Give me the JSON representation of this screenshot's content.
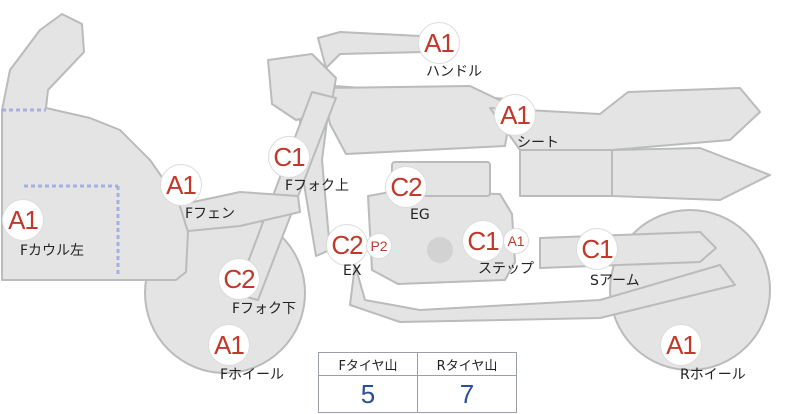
{
  "colors": {
    "grade": "#c0392b",
    "body_fill": "#e3e4e3",
    "body_stroke": "#b9bcbb",
    "value": "#2b4d9a"
  },
  "parts": {
    "handle": {
      "grade": "A1",
      "label": "ハンドル"
    },
    "seat": {
      "grade": "A1",
      "label": "シート"
    },
    "fork_upper": {
      "grade": "C1",
      "label": "Fフォク上"
    },
    "f_fender": {
      "grade": "A1",
      "label": "Fフェン"
    },
    "engine": {
      "grade": "C2",
      "label": "EG"
    },
    "f_cowl_left": {
      "grade": "A1",
      "label": "Fカウル左"
    },
    "exhaust": {
      "grade": "C2",
      "grade_extra": "P2",
      "label": "EX"
    },
    "step": {
      "grade": "C1",
      "grade_extra": "A1",
      "label": "ステップ"
    },
    "swingarm": {
      "grade": "C1",
      "label": "Sアーム"
    },
    "fork_lower": {
      "grade": "C2",
      "label": "Fフォク下"
    },
    "f_wheel": {
      "grade": "A1",
      "label": "Fホイール"
    },
    "r_wheel": {
      "grade": "A1",
      "label": "Rホイール"
    }
  },
  "tread": {
    "front_label": "Fタイヤ山",
    "front_value": "5",
    "rear_label": "Rタイヤ山",
    "rear_value": "7"
  }
}
